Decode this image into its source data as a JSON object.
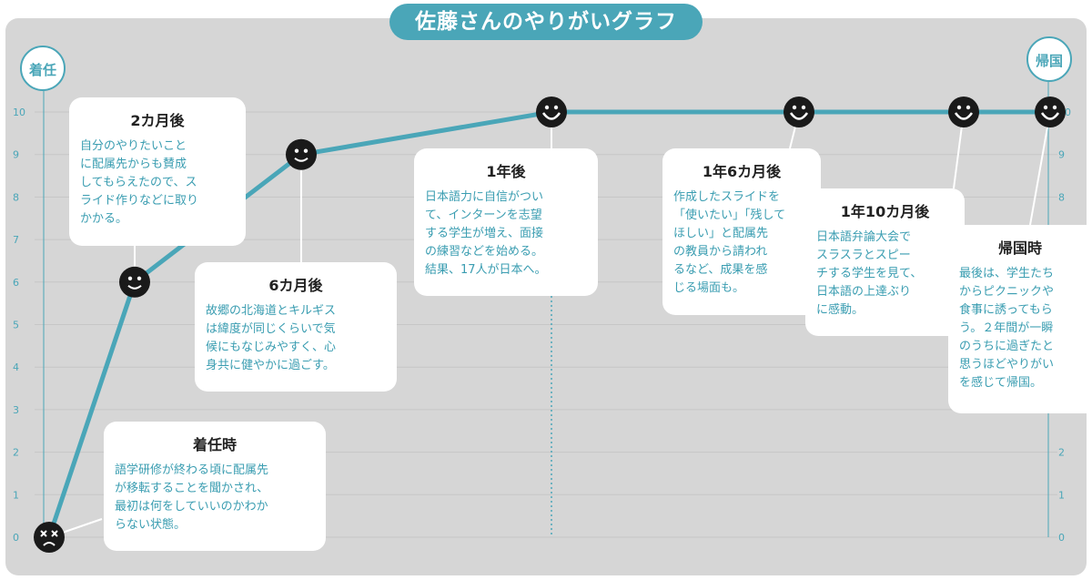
{
  "title": "佐藤さんのやりがいグラフ",
  "start_label": "着任",
  "end_label": "帰国",
  "colors": {
    "accent": "#4aa6b8",
    "panel": "#d6d6d6",
    "grid": "#c6c6c6",
    "face": "#1a1a1a"
  },
  "chart_data": {
    "type": "line",
    "title": "佐藤さんのやりがいグラフ",
    "xlabel": "",
    "ylabel": "",
    "ylim": [
      0,
      10
    ],
    "yticks": [
      0,
      1,
      2,
      3,
      4,
      5,
      6,
      7,
      8,
      9,
      10
    ],
    "grid": true,
    "series": [
      {
        "points": [
          {
            "x": "着任時",
            "y": 0,
            "face": "dizzy"
          },
          {
            "x": "2カ月後",
            "y": 6,
            "face": "smile"
          },
          {
            "x": "6カ月後",
            "y": 9,
            "face": "smile"
          },
          {
            "x": "1年後",
            "y": 10,
            "face": "grin"
          },
          {
            "x": "1年6カ月後",
            "y": 10,
            "face": "grin"
          },
          {
            "x": "1年10カ月後",
            "y": 10,
            "face": "grin"
          },
          {
            "x": "帰国時",
            "y": 10,
            "face": "grin"
          }
        ]
      }
    ],
    "annotations": [
      {
        "title": "着任時",
        "text": "語学研修が終わる頃に配属先\nが移転することを聞かされ、\n最初は何をしていいのかわか\nらない状態。"
      },
      {
        "title": "2カ月後",
        "text": "自分のやりたいこと\nに配属先からも賛成\nしてもらえたので、ス\nライド作りなどに取り\nかかる。"
      },
      {
        "title": "6カ月後",
        "text": "故郷の北海道とキルギス\nは緯度が同じくらいで気\n候にもなじみやすく、心\n身共に健やかに過ごす。"
      },
      {
        "title": "1年後",
        "text": "日本語力に自信がつい\nて、インターンを志望\nする学生が増え、面接\nの練習などを始める。\n結果、17人が日本へ。"
      },
      {
        "title": "1年6カ月後",
        "text": "作成したスライドを\n「使いたい」「残して\nほしい」と配属先\nの教員から請われ\nるなど、成果を感\nじる場面も。"
      },
      {
        "title": "1年10カ月後",
        "text": "日本語弁論大会で\nスラスラとスピー\nチする学生を見て、\n日本語の上達ぶり\nに感動。"
      },
      {
        "title": "帰国時",
        "text": "最後は、学生たち\nからピクニックや\n食事に誘ってもら\nう。２年間が一瞬\nのうちに過ぎたと\n思うほどやりがい\nを感じて帰国。"
      }
    ]
  }
}
